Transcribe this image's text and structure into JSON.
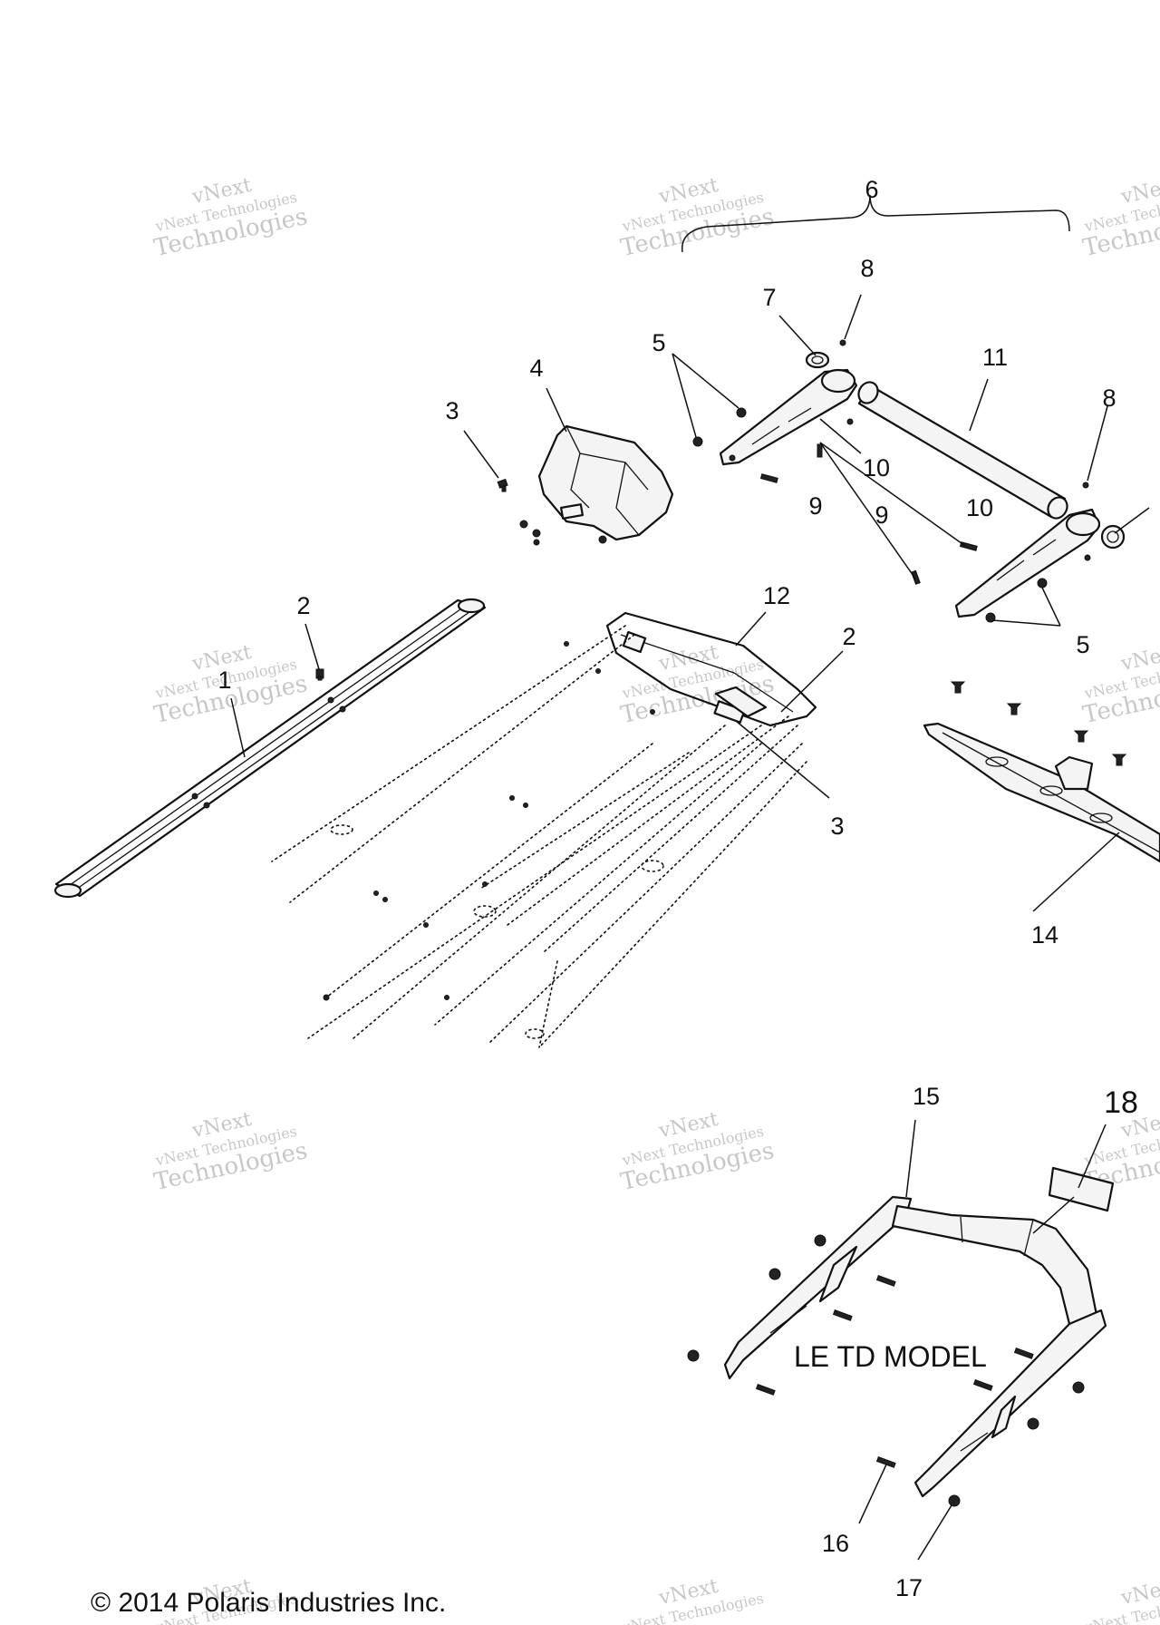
{
  "callouts": {
    "c1": "1",
    "c2a": "2",
    "c2b": "2",
    "c3a": "3",
    "c3b": "3",
    "c4": "4",
    "c5a": "5",
    "c5b": "5",
    "c6": "6",
    "c7": "7",
    "c8a": "8",
    "c8b": "8",
    "c9a": "9",
    "c9b": "9",
    "c10a": "10",
    "c10b": "10",
    "c11": "11",
    "c12": "12",
    "c14": "14",
    "c15": "15",
    "c16": "16",
    "c17": "17",
    "c18": "18"
  },
  "watermark": {
    "line1": "vNext",
    "line2": "vNext Technologies",
    "line3": "Technologies"
  },
  "model_note": "LE TD MODEL",
  "copyright": "© 2014 Polaris Industries Inc."
}
